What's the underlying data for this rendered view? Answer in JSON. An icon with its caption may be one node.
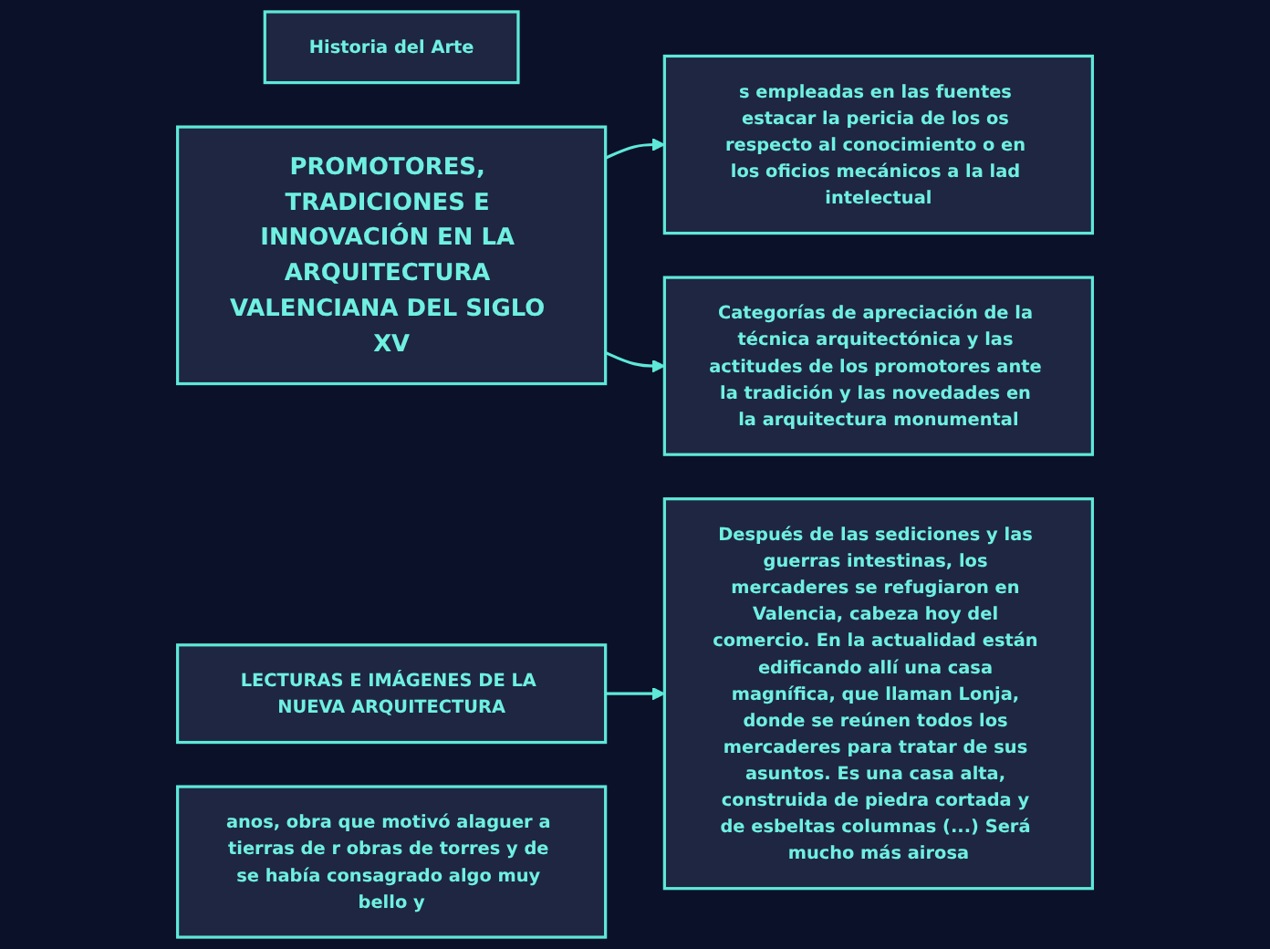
{
  "diagram": {
    "nodes": [
      {
        "text": [
          "Historia del Arte"
        ]
      },
      {
        "text": [
          "s empleadas en las fuentes estacar la pericia de los os respecto al conocimiento o en los oficios mecánicos a la lad intelectual"
        ]
      },
      {
        "text": [
          "PROMOTORES, TRADICIONES E INNOVACIÓN EN LA ARQUITECTURA VALENCIANA DEL SIGLO XV"
        ]
      },
      {
        "text": [
          "Categorías de apreciación de la técnica arquitectónica y las actitudes de los promotores ante la tradición y las novedades en la arquitectura monumental"
        ]
      },
      {
        "text": [
          "LECTURAS E IMÁGENES DE LA NUEVA ARQUITECTURA"
        ]
      },
      {
        "text": [
          "anos, obra que motivó alaguer a tierras de r obras de torres y de se había consagrado algo muy bello y"
        ]
      },
      {
        "text": [
          "Después de las sediciones y las guerras intestinas, los mercaderes se refugiaron en Valencia, cabeza hoy del comercio. En la actualidad están edificando allí una casa magnífica, que llaman Lonja, donde se reúnen todos los mercaderes para tratar de sus asuntos. Es una casa alta, construida de piedra cortada y de esbeltas columnas (...) Será mucho más airosa"
        ]
      }
    ],
    "edges": [
      {
        "from": 2,
        "to": 1,
        "arrow": "to"
      },
      {
        "from": 2,
        "to": 3,
        "arrow": "to"
      },
      {
        "from": 4,
        "to": 6,
        "arrow": "to"
      }
    ]
  }
}
